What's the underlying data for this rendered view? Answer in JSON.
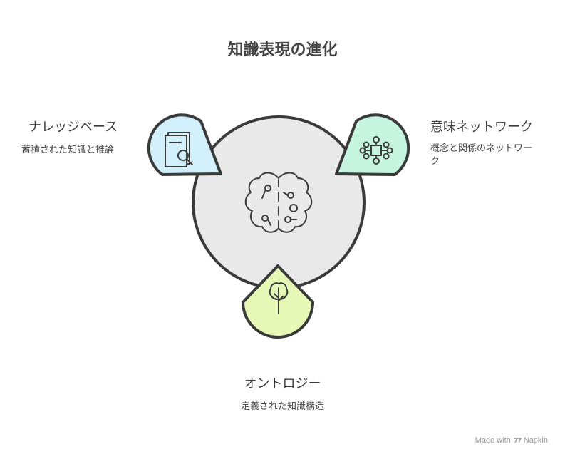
{
  "title": "知識表現の進化",
  "nodes": {
    "knowledge_base": {
      "label": "ナレッジベース",
      "description": "蓄積された知識と推論"
    },
    "semantic_network": {
      "label": "意味ネットワーク",
      "description": "概念と関係のネットワーク"
    },
    "ontology": {
      "label": "オントロジー",
      "description": "定義された知識構造"
    }
  },
  "footer": {
    "made_with": "Made with",
    "brand": "Napkin"
  },
  "colors": {
    "circle_fill": "#e9e9e9",
    "stroke": "#3a3a3a",
    "knowledge_base": "#d2f0fb",
    "semantic_network": "#c6f5df",
    "ontology": "#e6f7b6"
  }
}
